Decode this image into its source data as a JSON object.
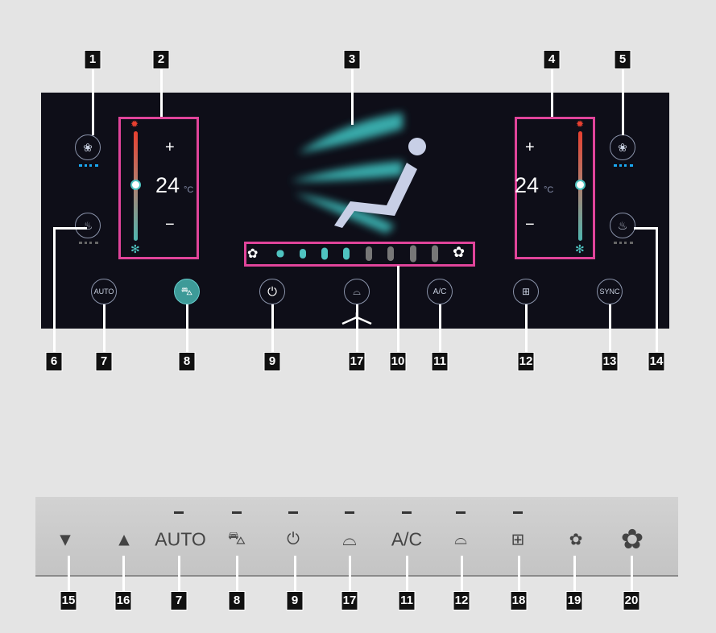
{
  "screen": {
    "temperature_left": "24",
    "temperature_right": "24",
    "unit": "°C",
    "plus": "+",
    "minus": "−",
    "buttons": [
      {
        "id": "7",
        "label": "AUTO"
      },
      {
        "id": "8",
        "label": "recirculation"
      },
      {
        "id": "9",
        "label": "power"
      },
      {
        "id": "17",
        "label": "front-defrost"
      },
      {
        "id": "11",
        "label": "A/C"
      },
      {
        "id": "12",
        "label": "rear-defrost"
      },
      {
        "id": "13",
        "label": "SYNC"
      }
    ],
    "fan_level": 4,
    "fan_levels_total": 8
  },
  "callouts_top": [
    "1",
    "2",
    "3",
    "4",
    "5"
  ],
  "callouts_screen_bottom": [
    "6",
    "7",
    "8",
    "9",
    "17",
    "10",
    "11",
    "12",
    "13",
    "14"
  ],
  "panel": {
    "auto": "AUTO",
    "ac": "A/C",
    "down": "▼",
    "up": "▲"
  },
  "callouts_panel": [
    "15",
    "16",
    "7",
    "8",
    "9",
    "17",
    "11",
    "12",
    "18",
    "19",
    "20"
  ],
  "colors": {
    "highlight": "#e0449a",
    "accent": "#4fc3c0",
    "screen": "#0e0e18"
  }
}
